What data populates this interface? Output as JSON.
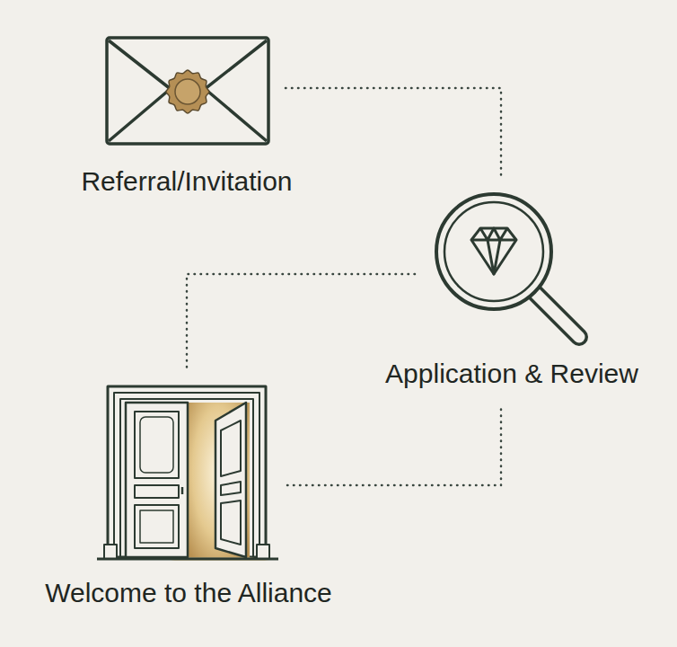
{
  "diagram": {
    "nodes": [
      {
        "text": [
          "Referral/Invitation"
        ]
      },
      {
        "text": [
          "Application & Review"
        ]
      },
      {
        "text": [
          "Welcome to the Alliance"
        ]
      }
    ],
    "edges": [
      {
        "from": 0,
        "to": 1,
        "arrow": "none"
      },
      {
        "from": 1,
        "to": 2,
        "arrow": "none"
      },
      {
        "from": 2,
        "to": 1,
        "arrow": "none"
      }
    ]
  }
}
